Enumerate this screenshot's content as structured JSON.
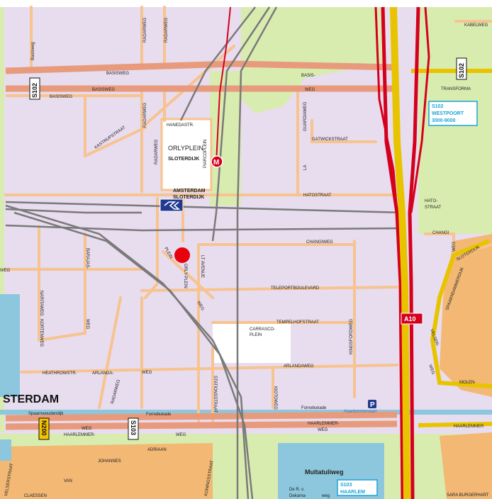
{
  "colors": {
    "residential": "#e8dcef",
    "green": "#d9ecb0",
    "built": "#f2b874",
    "water": "#8cc7dd",
    "main_road": "#e89b7c",
    "motorway": "#e8c400",
    "motorway_edge": "#d4001e",
    "street": "#f7c38f",
    "rail": "#7a7a7a",
    "metro": "#d4001e",
    "marker": "#e8000d"
  },
  "labels": {
    "basisweg_1": "BASISWEG",
    "basisweg_2": "BASISWEG",
    "basisweg_3": "BASISWEG",
    "basis": "BASIS-",
    "weg": "WEG",
    "transforma": "TRANSFORMA",
    "basisweg_left": "Basisweg",
    "radarweg_1": "RADARWEG",
    "radarweg_2": "RADARWEG",
    "radarweg_3": "RADARWEG",
    "radarweg_4": "RADARWEG",
    "kabelweg": "KABELWEG",
    "kastrupstraat": "KASTRUPSTRAAT",
    "hanedastr": "HANEDASTR.",
    "orlyplein": "ORLYPLEIN",
    "sloterdijk": "SLOTERDIJK",
    "piarcoplein": "PIARCOPLEIN",
    "guardiaweg": "GUARDIAWEG",
    "la": "LA",
    "gatwickstraat": "GATWICKSTRAAT",
    "amsterdam_station": "AMSTERDAM",
    "sloterdijk_station": "SLOTERDIJK",
    "hatostraat": "HATOSTRAAT",
    "hato": "HATO-",
    "straat": "STRAAT",
    "changiweg": "CHANGIWEG",
    "changi": "CHANGI",
    "weg_changi": "WEG",
    "plein": "PLEIN",
    "barajas": "BARAJAS-",
    "weg_left": "WEG",
    "naritaweg": "NARITAWEG",
    "orly_plein": "ORLY-PLEIN",
    "lt_avenue": "LT AVENUE",
    "teleportboulevard": "TELEPORTBOULEVARD",
    "weg_tele": "WEG",
    "tempelhofstraat": "TEMPELHOFSTRAAT",
    "carrasco": "CARRASCO-",
    "plein_carrasco": "PLEIN",
    "kingsfordweg": "KINGSFORDWEG",
    "kortenweg": "KORTENWEG",
    "weg_kort": "WEG",
    "heathrowstr": "HEATHROWSTR.",
    "arlanda": "ARLANDA-",
    "weg_arlanda": "WEG",
    "arlandaweg": "ARLANDAWEG",
    "radarweg_low": "RADARWEG",
    "sterdam": "STERDAM",
    "spaarnwoudendijk": "Spaarnwoudendijk",
    "fornebukade": "Fornebukade",
    "fornebukade_2": "Fornebukade",
    "haarlemmervaart": "Haarlemmervaart",
    "weg_haar": "WEG",
    "haarlemmer": "HAARLEMMER-",
    "weg_haar2": "WEG",
    "haarlemmer_2": "HAARLEMMER-",
    "weg_haar3": "WEG",
    "haarlemmer_3": "HAARLEMMER",
    "stationsstraat": "STATIONSSTRAAT",
    "kiotoweg": "KIOTOWEG",
    "sloterdijk_right": "SLOTERDIJK",
    "sparrenkamp": "SPAARNDAMMERDIJK",
    "velsen": "VELSER-",
    "weg_velsen": "WEG",
    "molen": "MOLEN-",
    "multatuliweg": "Multatuliweg",
    "de_r_v": "De R. v.",
    "dekama": "Dekama-",
    "weg_dekama": "weg",
    "johannes": "JOHANNES",
    "adriaan": "ADRIAAN",
    "van": "VAN",
    "claessen": "CLAESSEN",
    "sara_burgerhart": "SARA BURGERHART",
    "orteliusstr": "VELSERSTRAAT",
    "koningsstr": "KONINGSSTRAAT"
  },
  "route_signs": {
    "s102_left": "S102",
    "s102_right": "S102",
    "s103": "S103",
    "n200": "N200",
    "a10": "A10",
    "westpoort_code": "S102",
    "westpoort_name": "WESTPOORT",
    "westpoort_range": "3000-9000",
    "haarlem_code": "S103",
    "haarlem_name": "HAARLEM"
  },
  "symbols": {
    "metro": "M",
    "parking": "P",
    "train": "NS"
  }
}
